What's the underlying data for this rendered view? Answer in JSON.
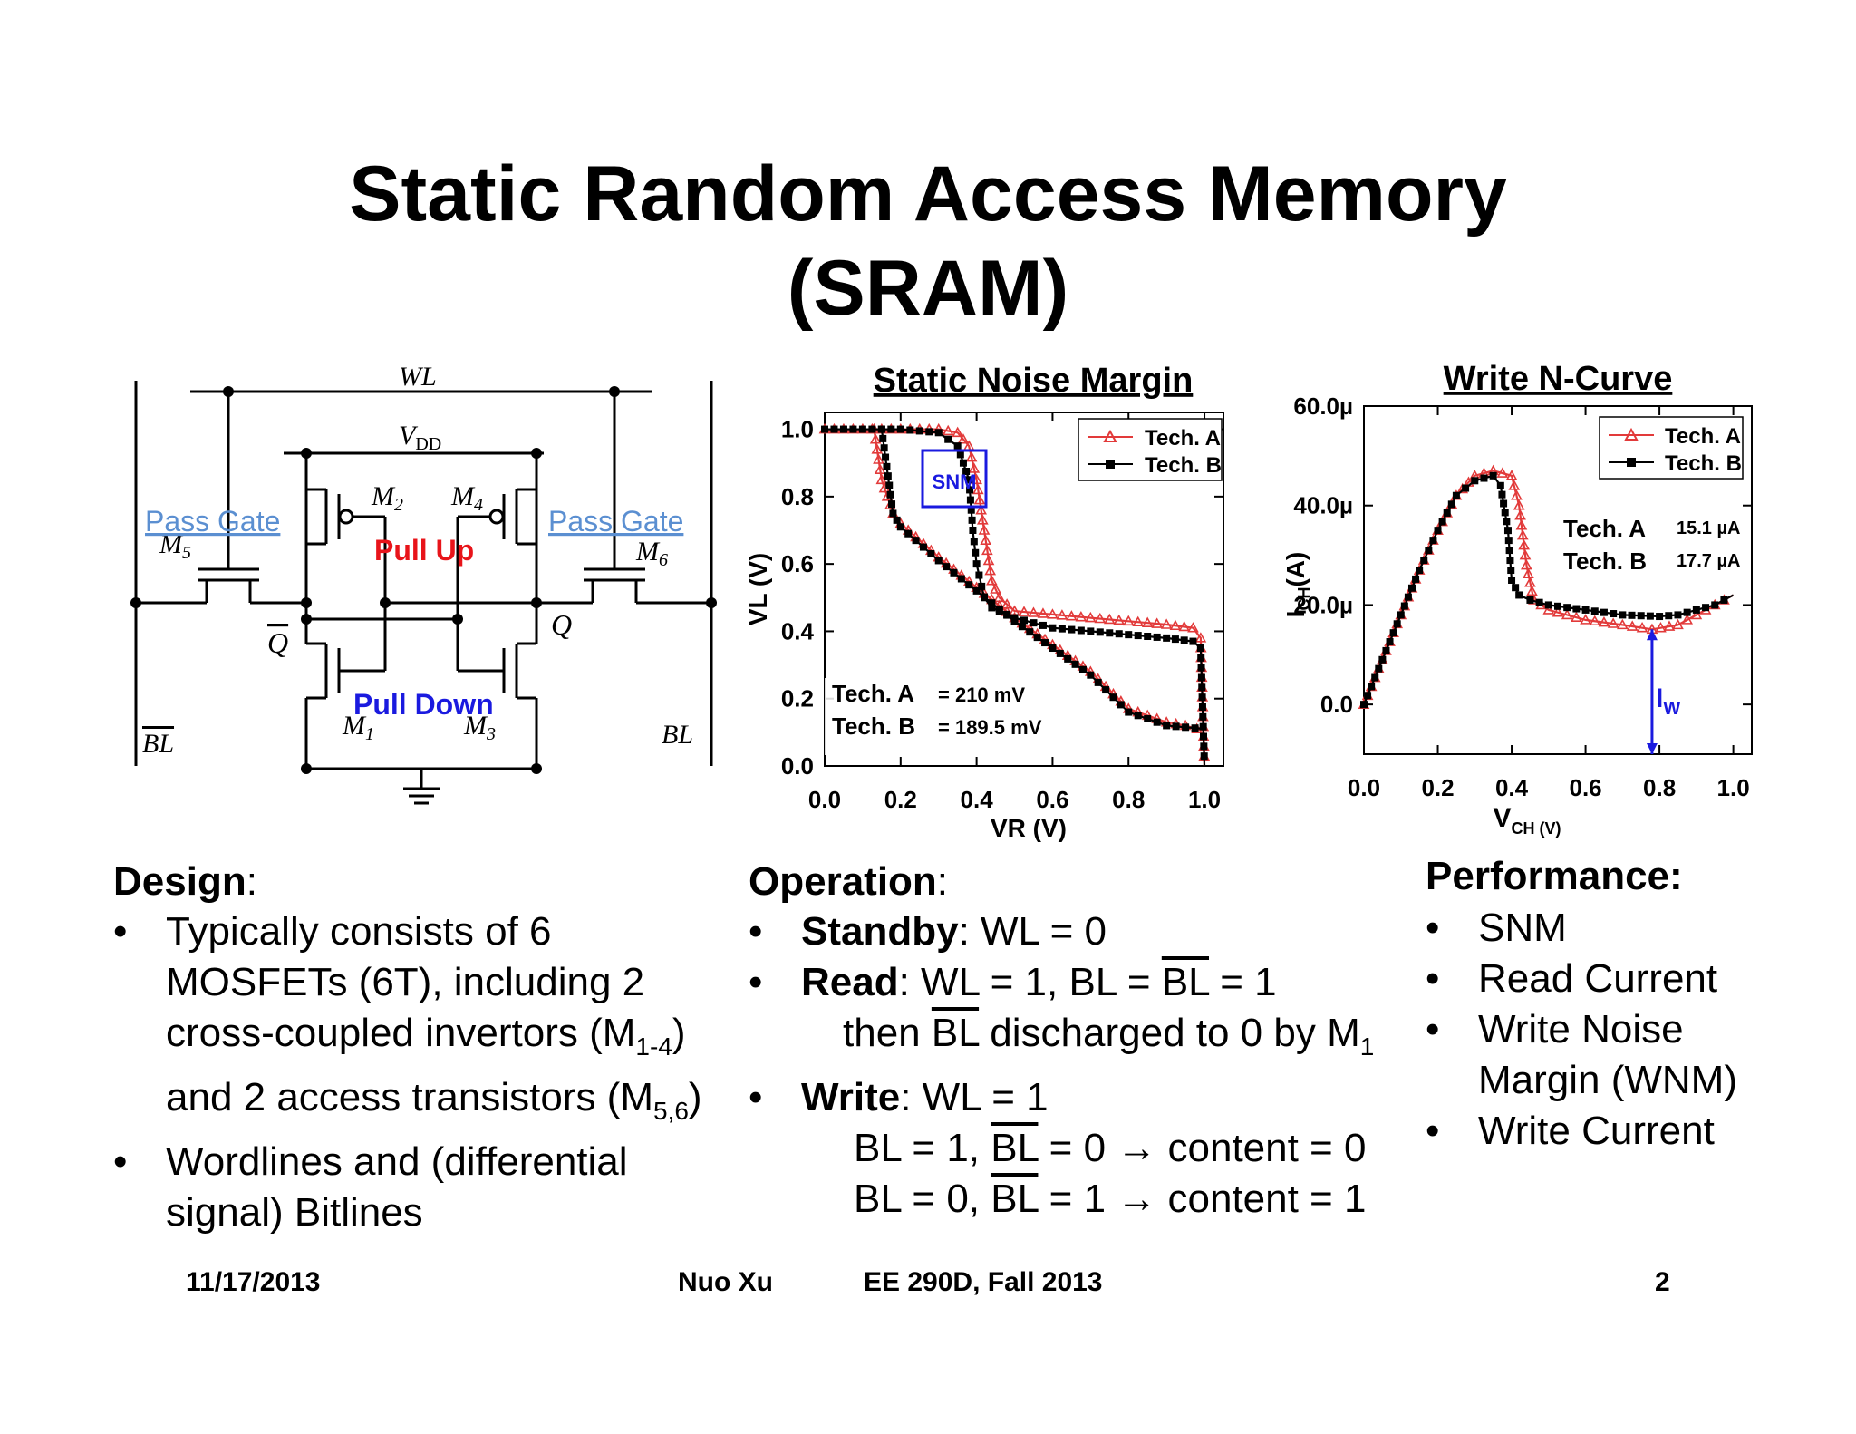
{
  "slide": {
    "title_line1": "Static Random Access Memory",
    "title_line2": "(SRAM)"
  },
  "circuit": {
    "wl": "WL",
    "vdd": "V",
    "vdd_sub": "DD",
    "pass_gate": "Pass Gate",
    "pull_up": "Pull Up",
    "pull_down": "Pull Down",
    "q": "Q",
    "qbar": "Q",
    "bl": "BL",
    "blbar": "BL",
    "m": "M",
    "m1": "1",
    "m2": "2",
    "m3": "3",
    "m4": "4",
    "m5": "5",
    "m6": "6",
    "colors": {
      "pass_gate": "#5b8fd1",
      "pull_up": "#e8141a",
      "pull_down": "#1a1adf"
    }
  },
  "charts": {
    "snm": {
      "title": "Static Noise Margin",
      "xlabel": "VR (V)",
      "ylabel": "VL (V)",
      "xticks": [
        "0.0",
        "0.2",
        "0.4",
        "0.6",
        "0.8",
        "1.0"
      ],
      "yticks": [
        "0.0",
        "0.2",
        "0.4",
        "0.6",
        "0.8",
        "1.0"
      ],
      "legend": [
        "Tech. A",
        "Tech. B"
      ],
      "snm_box": "SNM",
      "annot_a_label": "Tech. A",
      "annot_a_value": "= 210 mV",
      "annot_b_label": "Tech. B",
      "annot_b_value": "= 189.5 mV"
    },
    "write": {
      "title": "Write N-Curve",
      "xlabel_main": "V",
      "xlabel_sub": "CH (V)",
      "ylabel_main": "I",
      "ylabel_sub": "CH",
      "ylabel_unit": "(A)",
      "xticks": [
        "0.0",
        "0.2",
        "0.4",
        "0.6",
        "0.8",
        "1.0"
      ],
      "yticks": [
        "0.0",
        "20.0µ",
        "40.0µ",
        "60.0µ"
      ],
      "legend": [
        "Tech. A",
        "Tech. B"
      ],
      "annot_a_label": "Tech. A",
      "annot_a_value": "15.1 µA",
      "annot_b_label": "Tech. B",
      "annot_b_value": "17.7 µA",
      "iw_main": "I",
      "iw_sub": "W"
    }
  },
  "chart_data": [
    {
      "type": "line",
      "title": "Static Noise Margin",
      "xlabel": "VR (V)",
      "ylabel": "VL (V)",
      "xlim": [
        0,
        1.05
      ],
      "ylim": [
        0,
        1.05
      ],
      "series": [
        {
          "name": "Tech. A",
          "color": "#e23a3a",
          "curve1": {
            "x": [
              0.0,
              0.1,
              0.2,
              0.3,
              0.35,
              0.38,
              0.4,
              0.42,
              0.44,
              0.46,
              0.5,
              0.6,
              0.7,
              0.8,
              0.9,
              0.97,
              0.99,
              1.0
            ],
            "y": [
              1.0,
              1.0,
              1.0,
              1.0,
              0.99,
              0.95,
              0.85,
              0.7,
              0.55,
              0.5,
              0.46,
              0.45,
              0.44,
              0.43,
              0.42,
              0.41,
              0.38,
              0.0
            ]
          },
          "curve2": {
            "x": [
              0.13,
              0.15,
              0.18,
              0.2,
              0.3,
              0.4,
              0.5,
              0.6,
              0.7,
              0.8,
              0.9,
              0.95,
              0.98,
              1.0
            ],
            "y": [
              1.0,
              0.85,
              0.75,
              0.72,
              0.62,
              0.53,
              0.44,
              0.36,
              0.28,
              0.17,
              0.13,
              0.12,
              0.11,
              0.11
            ]
          }
        },
        {
          "name": "Tech. B",
          "color": "#000000",
          "curve1": {
            "x": [
              0.0,
              0.1,
              0.2,
              0.3,
              0.35,
              0.38,
              0.39,
              0.4,
              0.42,
              0.44,
              0.5,
              0.6,
              0.7,
              0.8,
              0.9,
              0.97,
              0.99,
              1.0
            ],
            "y": [
              1.0,
              1.0,
              1.0,
              0.99,
              0.95,
              0.85,
              0.7,
              0.6,
              0.5,
              0.47,
              0.44,
              0.41,
              0.4,
              0.39,
              0.38,
              0.37,
              0.35,
              0.0
            ]
          },
          "curve2": {
            "x": [
              0.15,
              0.18,
              0.2,
              0.3,
              0.4,
              0.5,
              0.6,
              0.7,
              0.8,
              0.9,
              1.0
            ],
            "y": [
              1.0,
              0.75,
              0.71,
              0.61,
              0.52,
              0.43,
              0.35,
              0.27,
              0.16,
              0.12,
              0.11
            ]
          }
        }
      ]
    },
    {
      "type": "line",
      "title": "Write N-Curve",
      "xlabel": "VCH (V)",
      "ylabel": "ICH (A)",
      "xlim": [
        0,
        1.05
      ],
      "ylim": [
        -10,
        60
      ],
      "series": [
        {
          "name": "Tech. A",
          "color": "#e23a3a",
          "x": [
            0.0,
            0.05,
            0.1,
            0.15,
            0.2,
            0.25,
            0.3,
            0.35,
            0.4,
            0.42,
            0.44,
            0.46,
            0.5,
            0.6,
            0.7,
            0.78,
            0.85,
            0.9,
            0.95,
            1.0
          ],
          "y": [
            0,
            9,
            18,
            27,
            35,
            42,
            46,
            47,
            46,
            40,
            28,
            21,
            19,
            17,
            16,
            15.1,
            16,
            18,
            20,
            22
          ]
        },
        {
          "name": "Tech. B",
          "color": "#000000",
          "x": [
            0.0,
            0.05,
            0.1,
            0.15,
            0.2,
            0.25,
            0.3,
            0.35,
            0.37,
            0.39,
            0.4,
            0.42,
            0.45,
            0.5,
            0.6,
            0.7,
            0.8,
            0.85,
            0.9,
            0.95,
            1.0
          ],
          "y": [
            0,
            9,
            18,
            27,
            35,
            42,
            45,
            46,
            44,
            35,
            25,
            22,
            21,
            20,
            19,
            18,
            17.7,
            18,
            19,
            20,
            22
          ]
        }
      ]
    }
  ],
  "design": {
    "heading": "Design",
    "colon": ":",
    "b1_l1": "Typically consists of 6",
    "b1_l2": "MOSFETs (6T), including 2",
    "b1_l3a": "cross-coupled invertors (M",
    "b1_l3sub": "1-4",
    "b1_l3b": ")",
    "b1_l4a": "and 2 access transistors (M",
    "b1_l4sub": "5,6",
    "b1_l4b": ")",
    "b2_l1": "Wordlines and (differential",
    "b2_l2": "signal) Bitlines"
  },
  "operation": {
    "heading": "Operation",
    "colon": ":",
    "standby_label": "Standby",
    "standby_text": ": WL = 0",
    "read_label": "Read",
    "read_text_a": ": WL = 1, BL = ",
    "read_bl": "BL",
    "read_text_b": " = 1",
    "read_l2a": "then ",
    "read_l2bl": "BL",
    "read_l2b": " discharged to 0 by M",
    "read_l2sub": "1",
    "write_label": "Write",
    "write_text": ":  WL = 1",
    "write_l2a": "BL = 1, ",
    "write_l2bl": "BL",
    "write_l2b": " = 0 → content = 0",
    "write_l3a": "BL = 0, ",
    "write_l3bl": "BL",
    "write_l3b": " = 1 → content = 1"
  },
  "performance": {
    "heading": "Performance:",
    "items": [
      "SNM",
      "Read Current",
      "Write Noise",
      "Margin (WNM)",
      "Write Current"
    ]
  },
  "footer": {
    "date": "11/17/2013",
    "author": "Nuo Xu",
    "course": "EE 290D, Fall 2013",
    "page": "2"
  }
}
